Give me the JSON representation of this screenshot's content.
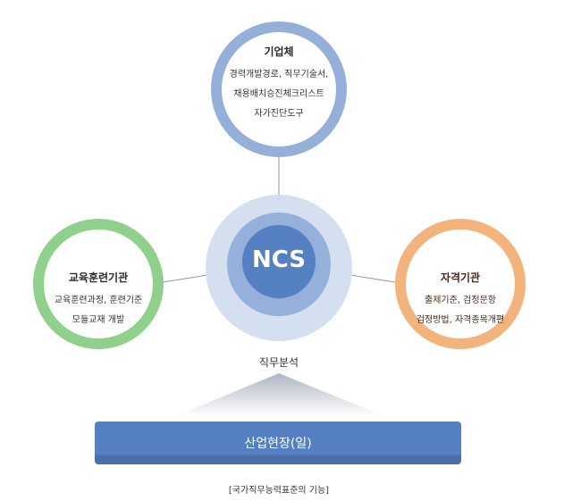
{
  "center": {
    "label": "NCS",
    "colors": {
      "outer": "#d4dff0",
      "middle": "#95b0da",
      "inner": "#5580c2"
    }
  },
  "top_node": {
    "title": "기업체",
    "lines": [
      "경력개발경로, 직무기술서,",
      "채용배치승진체크리스트",
      "자가진단도구"
    ],
    "color": "#95b0d8"
  },
  "left_node": {
    "title": "교육훈련기관",
    "lines": [
      "교육훈련과정, 훈련기준",
      "모듈교재 개발"
    ],
    "color": "#8fd08c"
  },
  "right_node": {
    "title": "자격기관",
    "lines": [
      "출제기준, 검정문항",
      "검정방법, 자격종목개편"
    ],
    "color": "#f2b47c"
  },
  "analysis_label": "직무분석",
  "base_bar": {
    "label": "산업현장(일)"
  },
  "caption": "[국가직무능력표준의 기능]"
}
